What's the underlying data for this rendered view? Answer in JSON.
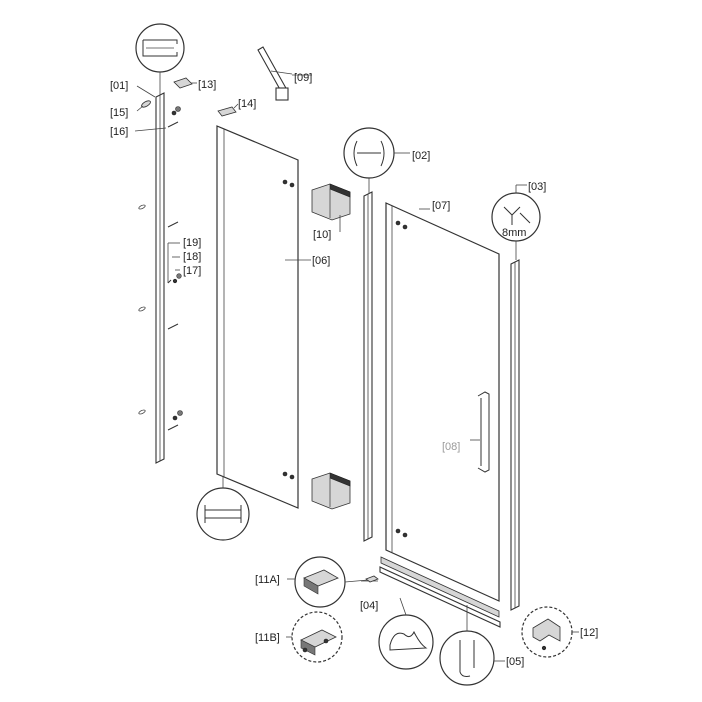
{
  "labels": {
    "p01": "[01]",
    "p02": "[02]",
    "p03": "[03]",
    "p04": "[04]",
    "p05": "[05]",
    "p06": "[06]",
    "p07": "[07]",
    "p08": "[08]",
    "p09": "[09]",
    "p10": "[10]",
    "p11a": "[11A]",
    "p11b": "[11B]",
    "p12": "[12]",
    "p13": "[13]",
    "p14": "[14]",
    "p15": "[15]",
    "p16": "[16]",
    "p17": "[17]",
    "p18": "[18]",
    "p19": "[19]"
  },
  "annotations": {
    "gap": "8mm"
  },
  "colors": {
    "line": "#333333",
    "label_grey": "#9a9a9a",
    "background": "#ffffff"
  }
}
